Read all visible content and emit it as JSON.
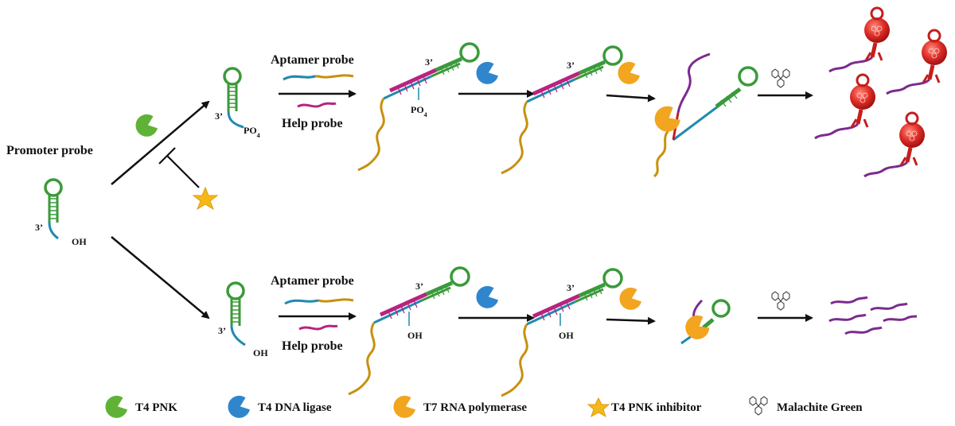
{
  "labels": {
    "promoter_probe": "Promoter probe",
    "aptamer_probe_top": "Aptamer probe",
    "help_probe_top": "Help probe",
    "aptamer_probe_bottom": "Aptamer probe",
    "help_probe_bottom": "Help probe",
    "three_prime": "3’",
    "oh": "OH",
    "po4": "PO",
    "po4_sub": "4"
  },
  "legend": [
    {
      "label": "T4 PNK",
      "icon": "pnk-enzyme-icon",
      "color": "#5fb236"
    },
    {
      "label": "T4 DNA ligase",
      "icon": "ligase-enzyme-icon",
      "color": "#2f86cc"
    },
    {
      "label": "T7 RNA polymerase",
      "icon": "polymerase-enzyme-icon",
      "color": "#f2a51f"
    },
    {
      "label": "T4 PNK inhibitor",
      "icon": "inhibitor-star-icon",
      "color": "#f4b81a"
    },
    {
      "label": "Malachite Green",
      "icon": "malachite-green-icon",
      "color": "#444444"
    }
  ],
  "colors": {
    "hairpin_green": "#3a9a3a",
    "strand_blue": "#1f8ab0",
    "aptamer_gold": "#c8900e",
    "help_magenta": "#b8237f",
    "rna_purple": "#7b2b8e",
    "fluor_red": "#d42a2a"
  }
}
